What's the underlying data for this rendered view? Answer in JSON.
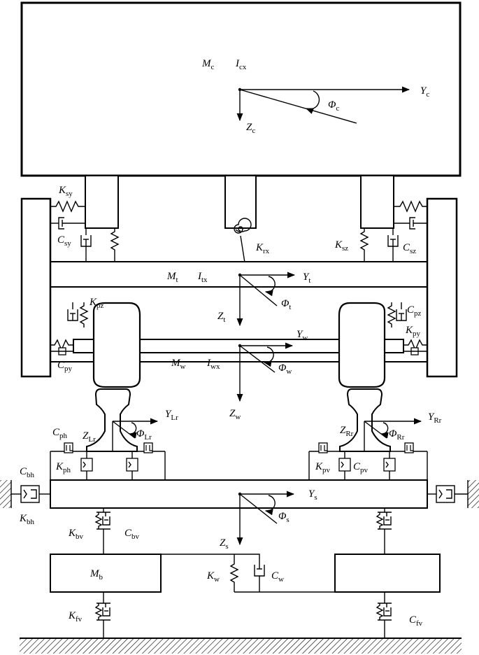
{
  "carbody": {
    "mass": "M",
    "mass_sub": "c",
    "inertia": "I",
    "inertia_sub": "cx",
    "axis_y": "Y",
    "axis_y_sub": "c",
    "axis_z": "Z",
    "axis_z_sub": "c",
    "rot": "Φ",
    "rot_sub": "c"
  },
  "secondary": {
    "ky": "K",
    "ky_sub": "sy",
    "cy": "C",
    "cy_sub": "sy",
    "krx": "K",
    "krx_sub": "rx",
    "kz": "K",
    "kz_sub": "sz",
    "cz": "C",
    "cz_sub": "sz"
  },
  "bogie": {
    "mass": "M",
    "mass_sub": "t",
    "inertia": "I",
    "inertia_sub": "tx",
    "axis_y": "Y",
    "axis_y_sub": "t",
    "axis_z": "Z",
    "axis_z_sub": "t",
    "rot": "Φ",
    "rot_sub": "t"
  },
  "primary": {
    "kz": "K",
    "kz_sub": "pz",
    "cz": "C",
    "cz_sub": "pz",
    "ky": "K",
    "ky_sub": "py",
    "cy": "C",
    "cy_sub": "py"
  },
  "wheelset": {
    "mass": "M",
    "mass_sub": "w",
    "inertia": "I",
    "inertia_sub": "wx",
    "axis_y": "Y",
    "axis_y_sub": "w",
    "axis_z": "Z",
    "axis_z_sub": "w",
    "rot": "Φ",
    "rot_sub": "w"
  },
  "rail_left": {
    "axis_y": "Y",
    "axis_y_sub": "Lr",
    "axis_z": "Z",
    "axis_z_sub": "Lr",
    "rot": "Φ",
    "rot_sub": "Lr"
  },
  "rail_right": {
    "axis_y": "Y",
    "axis_y_sub": "Rr",
    "axis_z": "Z",
    "axis_z_sub": "Rr",
    "rot": "Φ",
    "rot_sub": "Rr"
  },
  "pad": {
    "ch": "C",
    "ch_sub": "ph",
    "kh": "K",
    "kh_sub": "ph",
    "kv": "K",
    "kv_sub": "pv",
    "cv": "C",
    "cv_sub": "pv"
  },
  "slab": {
    "axis_y": "Y",
    "axis_y_sub": "s",
    "axis_z": "Z",
    "axis_z_sub": "s",
    "rot": "Φ",
    "rot_sub": "s",
    "ch": "C",
    "ch_sub": "bh",
    "kh": "K",
    "kh_sub": "bh"
  },
  "base": {
    "kbv": "K",
    "kbv_sub": "bv",
    "cbv": "C",
    "cbv_sub": "bv",
    "mass": "M",
    "mass_sub": "b",
    "kw": "K",
    "kw_sub": "w",
    "cw": "C",
    "cw_sub": "w",
    "kfv": "K",
    "kfv_sub": "fv",
    "cfv": "C",
    "cfv_sub": "fv"
  }
}
